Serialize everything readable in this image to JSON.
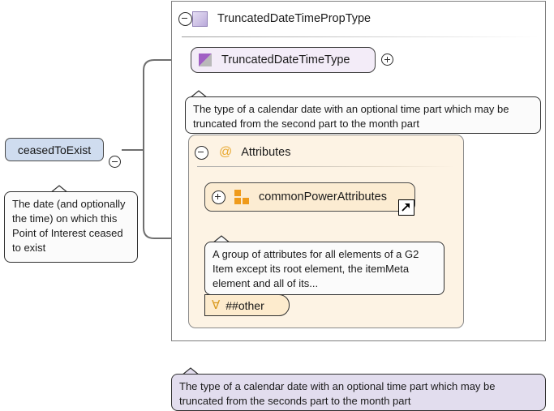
{
  "diagram": {
    "kind": "xml-schema-documentation",
    "root_element": {
      "name": "ceasedToExist",
      "toggle": "collapse-minus",
      "annotation": "The date (and optionally the time) on which this Point of Interest ceased to exist"
    },
    "model": {
      "title": "TruncatedDateTimePropType",
      "toggle": "collapse-minus",
      "icon": "complex-type-square-icon",
      "type_node": {
        "label": "TruncatedDateTimeType",
        "icon": "truncated-type-triangle-icon",
        "expander": "expand-plus",
        "annotation": "The type of a calendar date with an optional time part which may be truncated from the second part to the month part"
      },
      "attributes_section": {
        "label": "Attributes",
        "symbol": "@",
        "toggle": "collapse-minus",
        "group": {
          "label": "commonPowerAttributes",
          "expander": "expand-plus",
          "icon": "attribute-group-icon",
          "badge": "external-link-icon",
          "annotation": "A group of attributes for all elements of a G2 Item except its root element, the itemMeta element and all of its..."
        },
        "wildcard": {
          "label": "##other",
          "glyph": "∀"
        }
      },
      "footer_annotation": "The type of a calendar date with an optional time part which may be truncated from the seconds part to the month part"
    }
  },
  "colors": {
    "complex_type_purple": "#b9a9da",
    "type_node_fill": "#f3ecf8",
    "element_node_fill": "#cfdcef",
    "attributes_fill": "#fdf3e4",
    "group_node_fill": "#fcecd2",
    "wildcard_fill": "#fdebcd",
    "accent_orange": "#ef9b1b",
    "footer_annotation_fill": "#e2ddee",
    "connector_gray": "#7d7d7d"
  }
}
